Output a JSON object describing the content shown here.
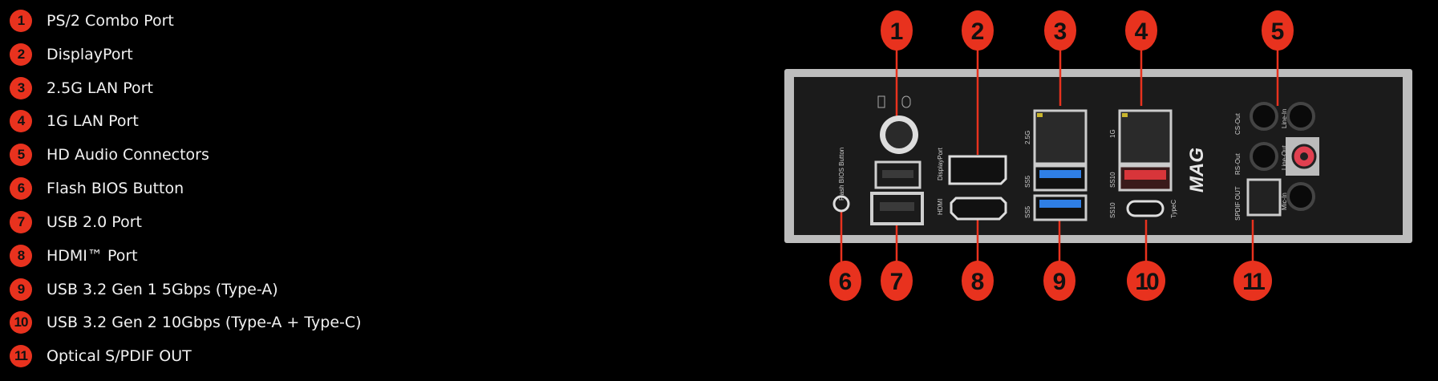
{
  "legend": [
    {
      "num": "1",
      "label": "PS/2 Combo Port"
    },
    {
      "num": "2",
      "label": "DisplayPort"
    },
    {
      "num": "3",
      "label": "2.5G LAN Port"
    },
    {
      "num": "4",
      "label": "1G LAN Port"
    },
    {
      "num": "5",
      "label": "HD Audio Connectors"
    },
    {
      "num": "6",
      "label": "Flash BIOS Button"
    },
    {
      "num": "7",
      "label": "USB 2.0 Port"
    },
    {
      "num": "8",
      "label": "HDMI™ Port"
    },
    {
      "num": "9",
      "label": "USB 3.2 Gen 1 5Gbps (Type-A)"
    },
    {
      "num": "10",
      "label": "USB 3.2 Gen 2 10Gbps (Type-A + Type-C)"
    },
    {
      "num": "11",
      "label": "Optical S/PDIF OUT"
    }
  ],
  "panel": {
    "flash_bios": "Flash BIOS Button",
    "displayport": "DisplayPort",
    "hdmi": "HDMI",
    "lan25": "2.5G",
    "lan1": "1G",
    "ss5": "SS5",
    "ss10": "SS10",
    "typec": "TypeC",
    "spdif": "SPDIF OUT",
    "rs_out": "RS-Out",
    "cs_out": "CS-Out",
    "line_in": "Line-In",
    "line_out": "Line-Out",
    "mic_in": "Mic-In",
    "brand": "MAG"
  },
  "colors": {
    "accent": "#e8321e",
    "usb3": "#2f7fe6",
    "usb10": "#d8353a",
    "panel": "#1b1b1b",
    "frame": "#bdbdbd"
  }
}
